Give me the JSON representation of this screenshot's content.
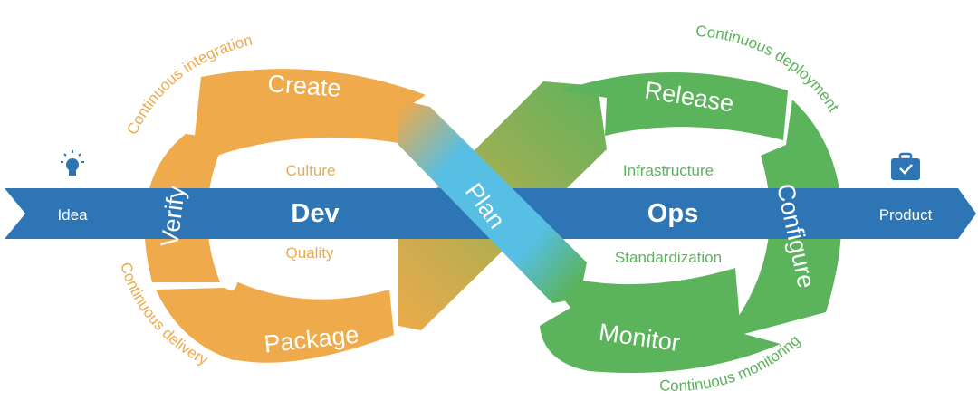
{
  "flow": {
    "start_label": "Idea",
    "end_label": "Product",
    "start_icon": "lightbulb-icon",
    "end_icon": "briefcase-check-icon"
  },
  "dev": {
    "center_label": "Dev",
    "inner_top": "Culture",
    "inner_bottom": "Quality",
    "stages": {
      "create": "Create",
      "verify": "Verify",
      "package": "Package"
    },
    "outer_top": "Continuous integration",
    "outer_bottom": "Continuous delivery"
  },
  "plan": {
    "label": "Plan"
  },
  "ops": {
    "center_label": "Ops",
    "inner_top": "Infrastructure",
    "inner_bottom": "Standardization",
    "stages": {
      "release": "Release",
      "configure": "Configure",
      "monitor": "Monitor"
    },
    "outer_top": "Continuous deployment",
    "outer_bottom": "Continuous monitoring"
  },
  "colors": {
    "dev": "#EFAA4B",
    "ops": "#5BB35B",
    "arrow": "#2E75B6",
    "plan": "#56BFE3",
    "white": "#FFFFFF"
  }
}
